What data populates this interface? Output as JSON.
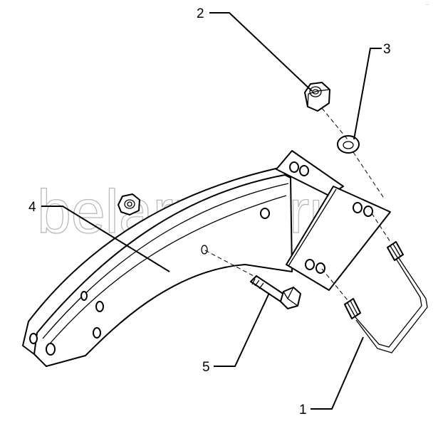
{
  "watermark": "belarus1.ru",
  "corner_mark": "~",
  "callouts": [
    {
      "id": "callout-1",
      "label": "1"
    },
    {
      "id": "callout-2",
      "label": "2"
    },
    {
      "id": "callout-3",
      "label": "3"
    },
    {
      "id": "callout-4",
      "label": "4"
    },
    {
      "id": "callout-5",
      "label": "5"
    }
  ]
}
